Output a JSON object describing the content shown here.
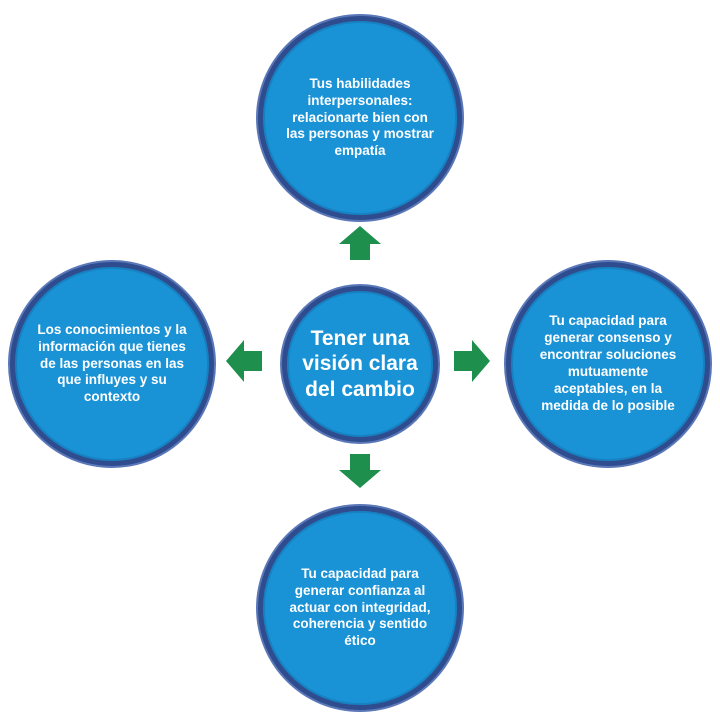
{
  "diagram": {
    "center": "Tener una visión clara del cambio",
    "top": "Tus habilidades interpersonales: relacionarte bien con las personas y mostrar empatía",
    "left": "Los conocimientos y la información que tienes de las personas en las que influyes y su contexto",
    "right": "Tu capacidad para generar consenso y encontrar soluciones mutuamente aceptables, en la medida de lo posible",
    "bottom": "Tu capacidad para generar confianza al actuar con integridad, coherencia y sentido ético"
  },
  "colors": {
    "circle_fill": "#1a93d6",
    "circle_border": "#2f4c8f",
    "arrow": "#1f8f4e",
    "text": "#ffffff"
  }
}
